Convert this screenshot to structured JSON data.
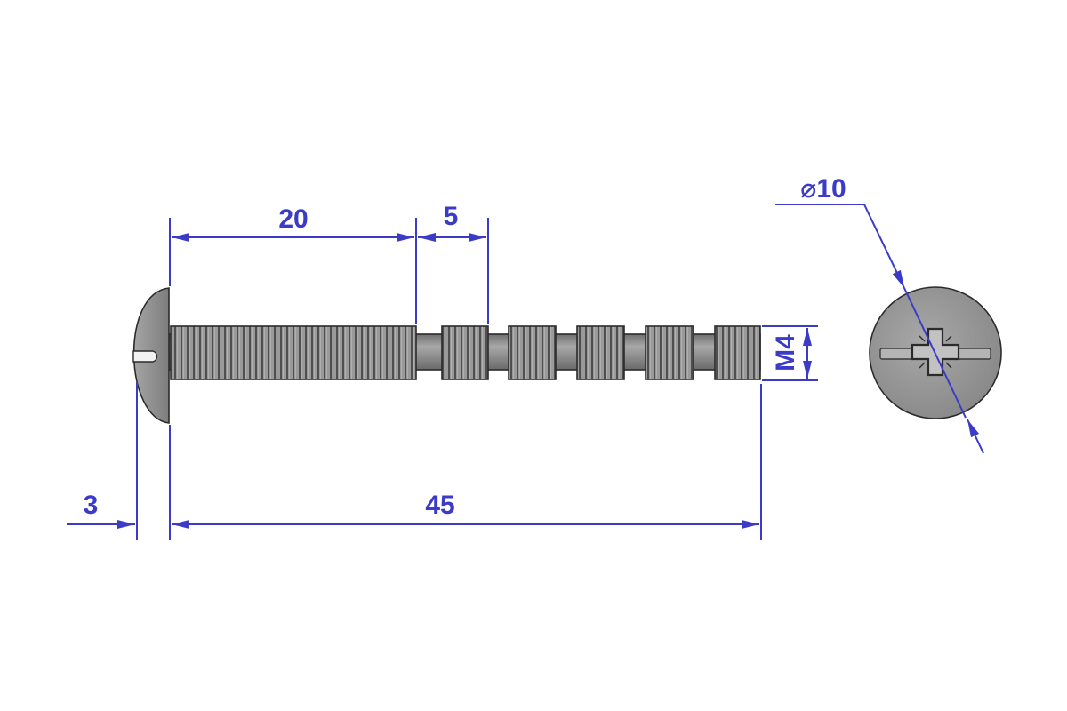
{
  "colors": {
    "dimension": "#3b3bc8",
    "part_fill": "#8f8f8f",
    "part_dark": "#5a5a5a",
    "outline": "#2b2b2b",
    "background": "#ffffff"
  },
  "dimensions": {
    "thread_length": "20",
    "gap_length": "5",
    "head_height": "3",
    "total_length": "45",
    "thread_size": "M4",
    "head_diameter": "⌀10"
  },
  "parts": {
    "side_view": "bolt-side-view",
    "end_view": "bolt-end-view",
    "head_drive": "pozidriv-cross-icon",
    "thread_segments": 6
  }
}
